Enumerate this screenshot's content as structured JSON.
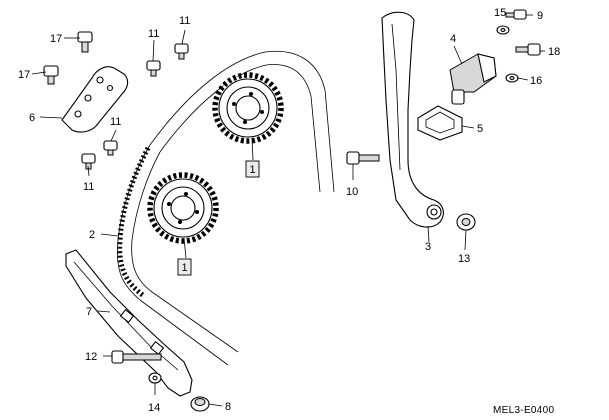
{
  "diagram_code": "MEL3-E0400",
  "parts": [
    {
      "id": "p1a",
      "number": "1"
    },
    {
      "id": "p1b",
      "number": "1"
    },
    {
      "id": "p2",
      "number": "2"
    },
    {
      "id": "p3",
      "number": "3"
    },
    {
      "id": "p4",
      "number": "4"
    },
    {
      "id": "p5",
      "number": "5"
    },
    {
      "id": "p6",
      "number": "6"
    },
    {
      "id": "p7",
      "number": "7"
    },
    {
      "id": "p8",
      "number": "8"
    },
    {
      "id": "p9",
      "number": "9"
    },
    {
      "id": "p10",
      "number": "10"
    },
    {
      "id": "p11a",
      "number": "11"
    },
    {
      "id": "p11b",
      "number": "11"
    },
    {
      "id": "p11c",
      "number": "11"
    },
    {
      "id": "p11d",
      "number": "11"
    },
    {
      "id": "p12",
      "number": "12"
    },
    {
      "id": "p13",
      "number": "13"
    },
    {
      "id": "p14",
      "number": "14"
    },
    {
      "id": "p15",
      "number": "15"
    },
    {
      "id": "p16",
      "number": "16"
    },
    {
      "id": "p17a",
      "number": "17"
    },
    {
      "id": "p17b",
      "number": "17"
    },
    {
      "id": "p18",
      "number": "18"
    }
  ]
}
